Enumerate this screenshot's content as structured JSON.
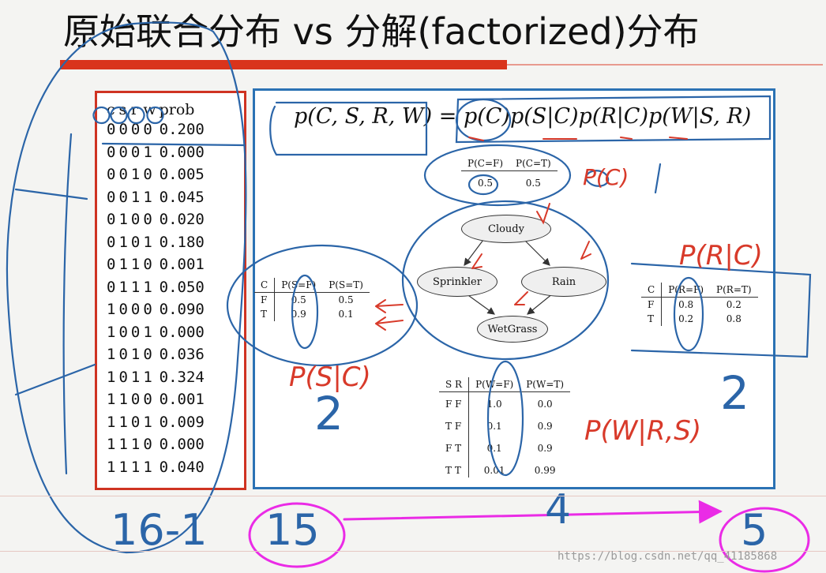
{
  "title": "原始联合分布 vs 分解(factorized)分布",
  "joint": {
    "headers": [
      "c",
      "s",
      "r",
      "w",
      "prob"
    ],
    "rows": [
      [
        "0",
        "0",
        "0",
        "0",
        "0.200"
      ],
      [
        "0",
        "0",
        "0",
        "1",
        "0.000"
      ],
      [
        "0",
        "0",
        "1",
        "0",
        "0.005"
      ],
      [
        "0",
        "0",
        "1",
        "1",
        "0.045"
      ],
      [
        "0",
        "1",
        "0",
        "0",
        "0.020"
      ],
      [
        "0",
        "1",
        "0",
        "1",
        "0.180"
      ],
      [
        "0",
        "1",
        "1",
        "0",
        "0.001"
      ],
      [
        "0",
        "1",
        "1",
        "1",
        "0.050"
      ],
      [
        "1",
        "0",
        "0",
        "0",
        "0.090"
      ],
      [
        "1",
        "0",
        "0",
        "1",
        "0.000"
      ],
      [
        "1",
        "0",
        "1",
        "0",
        "0.036"
      ],
      [
        "1",
        "0",
        "1",
        "1",
        "0.324"
      ],
      [
        "1",
        "1",
        "0",
        "0",
        "0.001"
      ],
      [
        "1",
        "1",
        "0",
        "1",
        "0.009"
      ],
      [
        "1",
        "1",
        "1",
        "0",
        "0.000"
      ],
      [
        "1",
        "1",
        "1",
        "1",
        "0.040"
      ]
    ]
  },
  "formula": "p(C, S, R, W) = p(C)p(S|C)p(R|C)p(W|S, R)",
  "cpt_c": {
    "h1": "P(C=F)",
    "h2": "P(C=T)",
    "v1": "0.5",
    "v2": "0.5"
  },
  "cpt_s": {
    "h0": "C",
    "h1": "P(S=F)",
    "h2": "P(S=T)",
    "rows": [
      [
        "F",
        "0.5",
        "0.5"
      ],
      [
        "T",
        "0.9",
        "0.1"
      ]
    ]
  },
  "cpt_r": {
    "h0": "C",
    "h1": "P(R=F)",
    "h2": "P(R=T)",
    "rows": [
      [
        "F",
        "0.8",
        "0.2"
      ],
      [
        "T",
        "0.2",
        "0.8"
      ]
    ]
  },
  "cpt_w": {
    "h0": "S R",
    "h1": "P(W=F)",
    "h2": "P(W=T)",
    "rows": [
      [
        "F F",
        "1.0",
        "0.0"
      ],
      [
        "T F",
        "0.1",
        "0.9"
      ],
      [
        "F T",
        "0.1",
        "0.9"
      ],
      [
        "T T",
        "0.01",
        "0.99"
      ]
    ]
  },
  "nodes": {
    "cloudy": "Cloudy",
    "sprinkler": "Sprinkler",
    "rain": "Rain",
    "wetgrass": "WetGrass"
  },
  "annotations": {
    "pc": "P(C)",
    "prc": "P(R|C)",
    "psc": "P(S|C)",
    "pwrs": "P(W|R,S)",
    "n2a": "2",
    "n2b": "2",
    "n4": "4",
    "n16": "16-1",
    "n15": "15",
    "n5": "5"
  },
  "watermark": "https://blog.csdn.net/qq_41185868",
  "colors": {
    "red": "#d9341c",
    "blue": "#2b72b4",
    "magenta": "#ea2be6"
  }
}
